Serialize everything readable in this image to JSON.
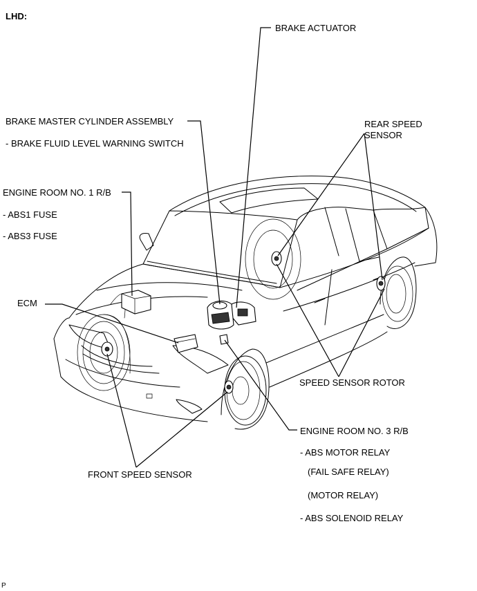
{
  "header": {
    "view": "LHD:"
  },
  "labels": {
    "brake_actuator": "BRAKE ACTUATOR",
    "master_cylinder": "BRAKE MASTER CYLINDER ASSEMBLY",
    "fluid_switch": "- BRAKE FLUID LEVEL WARNING SWITCH",
    "rear_speed_sensor_1": "REAR SPEED",
    "rear_speed_sensor_2": "SENSOR",
    "engine_rb1": "ENGINE ROOM NO. 1 R/B",
    "abs1_fuse": "- ABS1 FUSE",
    "abs3_fuse": "- ABS3 FUSE",
    "ecm": "ECM",
    "speed_sensor_rotor": "SPEED SENSOR ROTOR",
    "engine_rb3": "ENGINE ROOM NO. 3 R/B",
    "abs_motor_relay": "- ABS MOTOR RELAY",
    "fail_safe_relay": "(FAIL SAFE RELAY)",
    "motor_relay": "(MOTOR RELAY)",
    "abs_solenoid_relay": "- ABS SOLENOID RELAY",
    "front_speed_sensor": "FRONT SPEED SENSOR"
  },
  "footer": {
    "mark": "P"
  }
}
